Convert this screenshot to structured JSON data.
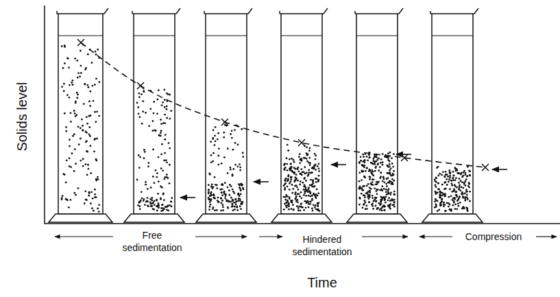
{
  "diagram": {
    "labels": [
      "Solids level",
      "Free sedimentation",
      "Hindered sedimentation",
      "Compression",
      "Time"
    ]
  }
}
